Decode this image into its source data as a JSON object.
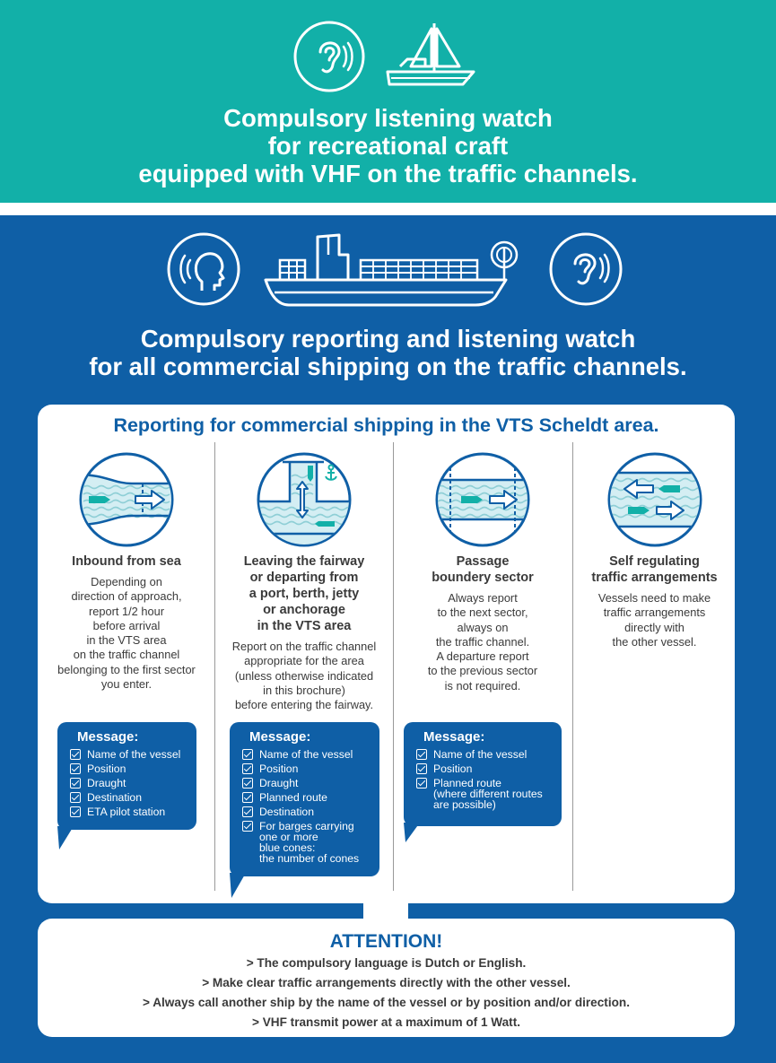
{
  "colors": {
    "teal": "#12b0a8",
    "blue": "#0f5fa6",
    "white": "#ffffff",
    "text": "#3a3a3a"
  },
  "header": {
    "icons": [
      "ear-icon",
      "sailboat-icon"
    ],
    "title_lines": [
      "Compulsory listening watch",
      "for recreational craft",
      "equipped with VHF on the traffic channels."
    ]
  },
  "commercial": {
    "icons": [
      "speaking-head-icon",
      "cargo-ship-icon",
      "ear-icon"
    ],
    "title_lines": [
      "Compulsory reporting and listening watch",
      "for all commercial shipping on the traffic channels."
    ]
  },
  "panel": {
    "title": "Reporting for commercial shipping in the VTS Scheldt area.",
    "columns": [
      {
        "icon": "inbound-channel-icon",
        "heading_lines": [
          "Inbound from sea"
        ],
        "body_lines": [
          "Depending on",
          "direction of approach,",
          "report 1/2 hour",
          "before arrival",
          "in the VTS area",
          "on the traffic channel",
          "belonging to the first sector",
          "you enter."
        ],
        "message": {
          "title": "Message:",
          "items": [
            [
              "Name of the vessel"
            ],
            [
              "Position"
            ],
            [
              "Draught"
            ],
            [
              "Destination"
            ],
            [
              "ETA pilot station"
            ]
          ]
        }
      },
      {
        "icon": "leaving-berth-icon",
        "heading_lines": [
          "Leaving the fairway",
          "or departing from",
          "a port, berth, jetty",
          "or anchorage",
          "in the VTS area"
        ],
        "body_lines": [
          "Report on the traffic channel",
          "appropriate for the area",
          "(unless otherwise indicated",
          "in this brochure)",
          "before entering the fairway."
        ],
        "message": {
          "title": "Message:",
          "items": [
            [
              "Name of the vessel"
            ],
            [
              "Position"
            ],
            [
              "Draught"
            ],
            [
              "Planned route"
            ],
            [
              "Destination"
            ],
            [
              "For barges carrying",
              "one or more",
              "blue cones:",
              "the number of cones"
            ]
          ]
        }
      },
      {
        "icon": "sector-boundary-icon",
        "heading_lines": [
          "Passage",
          "boundery sector"
        ],
        "body_lines": [
          "Always report",
          "to the next sector,",
          "always on",
          "the traffic channel.",
          "A departure report",
          "to the previous sector",
          "is not required."
        ],
        "message": {
          "title": "Message:",
          "items": [
            [
              "Name of the vessel"
            ],
            [
              "Position"
            ],
            [
              "Planned route",
              "(where different routes",
              "are possible)"
            ]
          ]
        }
      },
      {
        "icon": "two-way-traffic-icon",
        "heading_lines": [
          "Self regulating",
          "traffic arrangements"
        ],
        "body_lines": [
          "Vessels need to make",
          "traffic arrangements",
          "directly with",
          "the other vessel."
        ]
      }
    ]
  },
  "attention": {
    "title": "ATTENTION!",
    "lines": [
      "> The compulsory language is Dutch or English.",
      "> Make clear traffic arrangements directly with the other vessel.",
      "> Always call another ship by the name of the vessel or by position and/or direction.",
      "> VHF transmit power at a maximum of 1 Watt."
    ]
  }
}
